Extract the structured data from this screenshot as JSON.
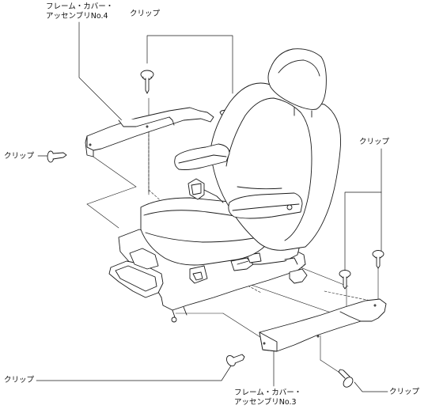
{
  "labels": {
    "frame_cover_no4_line1": "フレーム・カバー・",
    "frame_cover_no4_line2": "アッセンブリNo.4",
    "clip_top": "クリップ",
    "clip_left": "クリップ",
    "clip_right": "クリップ",
    "clip_bottom_left": "クリップ",
    "clip_bottom_right": "クリップ",
    "frame_cover_no3_line1": "フレーム・カバー・",
    "frame_cover_no3_line2": "アッセンブリNo.3"
  },
  "colors": {
    "line": "#1a1a1a",
    "fill": "#ffffff"
  }
}
